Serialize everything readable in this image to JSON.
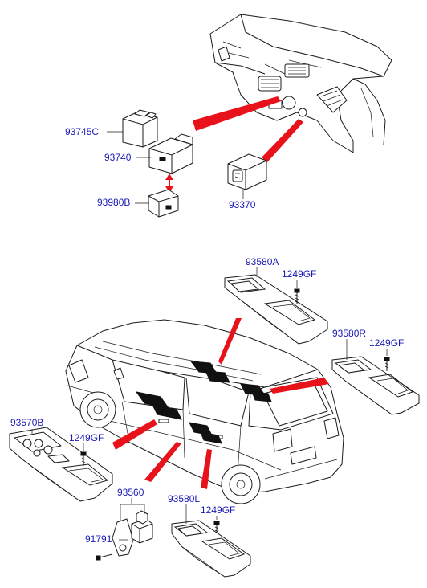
{
  "diagram": {
    "labels": {
      "p93745C": "93745C",
      "p93740": "93740",
      "p93980B": "93980B",
      "p93370": "93370",
      "p93580A": "93580A",
      "p1249GF_a": "1249GF",
      "p93580R": "93580R",
      "p1249GF_r": "1249GF",
      "p93570B": "93570B",
      "p1249GF_b": "1249GF",
      "p93560": "93560",
      "p93580L": "93580L",
      "p1249GF_l": "1249GF",
      "p91791": "91791"
    },
    "colors": {
      "label_text": "#1a1ab8",
      "pointer_wedge": "#e8121b",
      "line_art": "#1b1b1b"
    }
  }
}
